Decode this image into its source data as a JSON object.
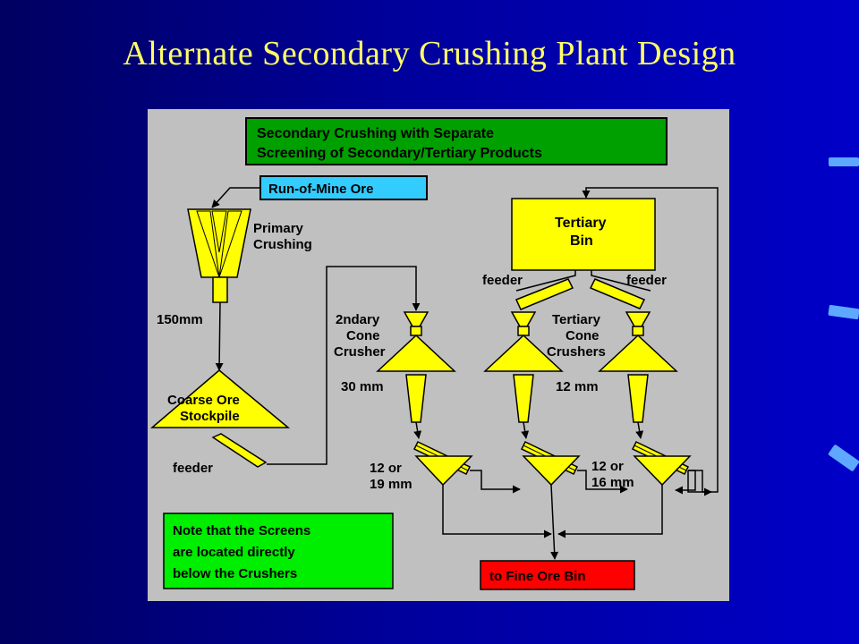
{
  "slide": {
    "title": "Alternate Secondary Crushing Plant Design"
  },
  "diagram": {
    "header_line1": "Secondary Crushing with Separate",
    "header_line2": "Screening of Secondary/Tertiary Products",
    "run_of_mine": "Run-of-Mine Ore",
    "primary_line1": "Primary",
    "primary_line2": "Crushing",
    "size_150": "150mm",
    "stockpile_line1": "Coarse Ore",
    "stockpile_line2": "Stockpile",
    "feeder_main": "feeder",
    "secondary_line1": "2ndary",
    "secondary_line2": "Cone",
    "secondary_line3": "Crusher",
    "size_30": "30 mm",
    "tertiary_bin_line1": "Tertiary",
    "tertiary_bin_line2": "Bin",
    "feeder_left": "feeder",
    "feeder_right": "feeder",
    "tertiary_cone_line1": "Tertiary",
    "tertiary_cone_line2": "Cone",
    "tertiary_cone_line3": "Crushers",
    "size_12": "12 mm",
    "screen_a_line1": "12 or",
    "screen_a_line2": "19 mm",
    "screen_b_line1": "12 or",
    "screen_b_line2": "16 mm",
    "note_line1": "Note that the Screens",
    "note_line2": "are located directly",
    "note_line3": "below the Crushers",
    "fine_ore_bin": "to Fine Ore Bin"
  },
  "colors": {
    "slide_bg": "#00009a",
    "title": "#ffff66",
    "panel": "#c0c0c0",
    "equipment": "#ffff00",
    "header_box": "#00a000",
    "run_of_mine_box": "#33ccff",
    "note_box": "#00ee00",
    "fine_ore_box": "#ff0000"
  }
}
